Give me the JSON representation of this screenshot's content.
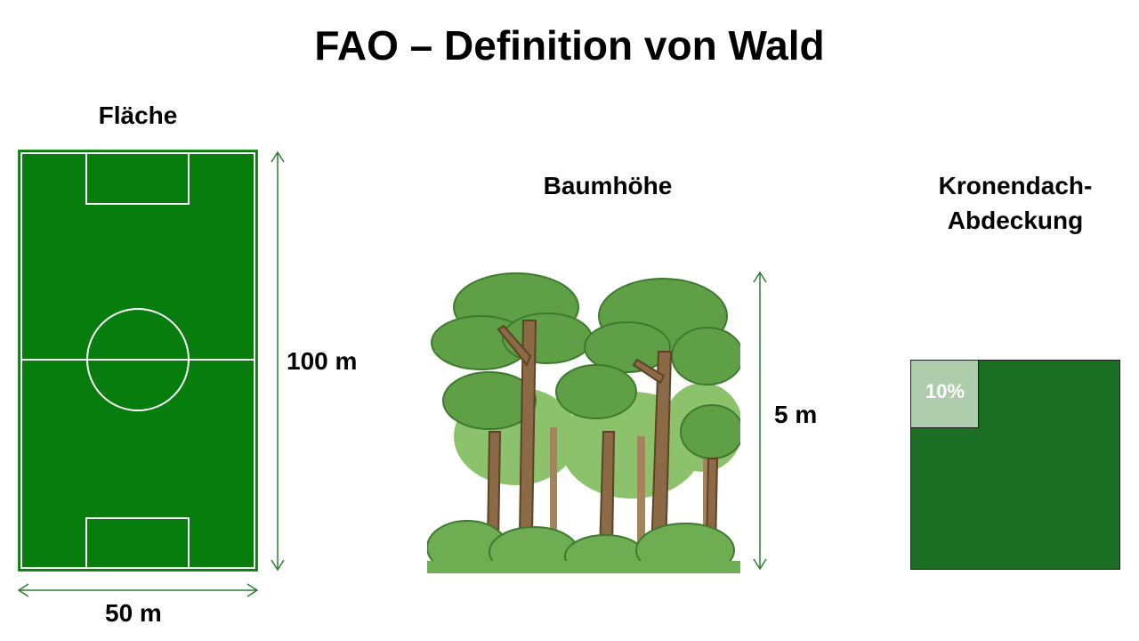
{
  "title": "FAO – Definition von Wald",
  "area": {
    "label": "Fläche",
    "length_label": "100 m",
    "width_label": "50 m"
  },
  "height": {
    "label": "Baumhöhe",
    "height_label": "5 m"
  },
  "canopy": {
    "label_line1": "Kronendach-",
    "label_line2": "Abdeckung",
    "percent_label": "10%",
    "cover_fraction": 0.1
  },
  "colors": {
    "pitch_green": "#077d0d",
    "canopy_dark": "#1b6e24",
    "canopy_light": "#aecbab",
    "arrow_green": "#2e7d32",
    "trunk_brown": "#8b6a45",
    "leaf_green": "#5fa047"
  }
}
